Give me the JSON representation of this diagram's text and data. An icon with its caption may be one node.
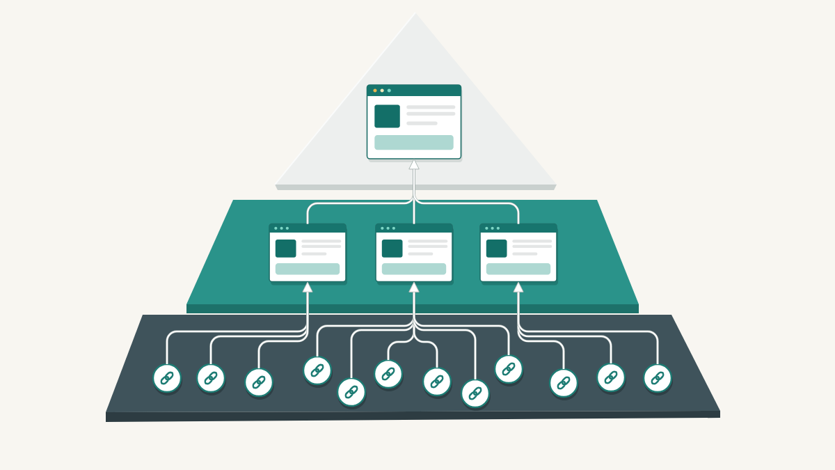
{
  "diagram": {
    "nodes": [
      {
        "text": [],
        "shape": "picture"
      },
      {
        "text": [],
        "shape": "picture"
      },
      {
        "text": [],
        "shape": "picture"
      },
      {
        "text": [],
        "shape": "picture"
      },
      {
        "text": [],
        "shape": "circle"
      },
      {
        "text": [],
        "shape": "circle"
      },
      {
        "text": [],
        "shape": "circle"
      },
      {
        "text": [],
        "shape": "circle"
      },
      {
        "text": [],
        "shape": "circle"
      },
      {
        "text": [],
        "shape": "circle"
      },
      {
        "text": [],
        "shape": "circle"
      },
      {
        "text": [],
        "shape": "circle"
      },
      {
        "text": [],
        "shape": "circle"
      },
      {
        "text": [],
        "shape": "circle"
      },
      {
        "text": [],
        "shape": "circle"
      },
      {
        "text": [],
        "shape": "circle"
      }
    ],
    "edges": [
      {
        "from": 4,
        "to": 1,
        "arrow": "to"
      },
      {
        "from": 5,
        "to": 1,
        "arrow": "to"
      },
      {
        "from": 6,
        "to": 1,
        "arrow": "to"
      },
      {
        "from": 7,
        "to": 2,
        "arrow": "to"
      },
      {
        "from": 8,
        "to": 2,
        "arrow": "to"
      },
      {
        "from": 9,
        "to": 2,
        "arrow": "to"
      },
      {
        "from": 10,
        "to": 2,
        "arrow": "to"
      },
      {
        "from": 11,
        "to": 2,
        "arrow": "to"
      },
      {
        "from": 12,
        "to": 2,
        "arrow": "to"
      },
      {
        "from": 13,
        "to": 3,
        "arrow": "to"
      },
      {
        "from": 14,
        "to": 3,
        "arrow": "to"
      },
      {
        "from": 15,
        "to": 3,
        "arrow": "to"
      },
      {
        "from": 1,
        "to": 0,
        "arrow": "to"
      },
      {
        "from": 2,
        "to": 0,
        "arrow": "to"
      },
      {
        "from": 3,
        "to": 0,
        "arrow": "to"
      }
    ]
  }
}
